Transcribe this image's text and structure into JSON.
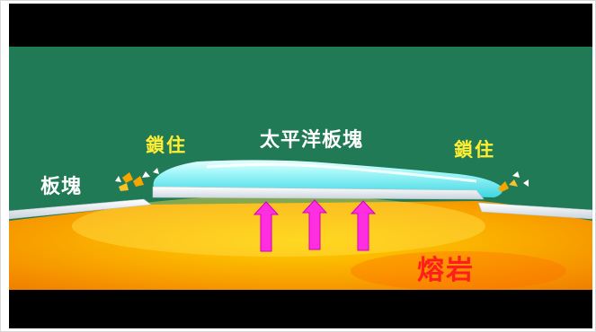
{
  "labels": {
    "pacific_plate": "太平洋板塊",
    "plate_left": "板塊",
    "locked_left": "鎖住",
    "locked_right": "鎖住",
    "magma": "熔岩"
  },
  "colors": {
    "background_board": "#1f7a55",
    "magma_orange": "#f7a400",
    "plate_ice": "#5fe3e8",
    "arrow_magenta": "#ff2ee0",
    "label_yellow": "#ffee33",
    "label_red": "#ff1e1e"
  },
  "arrows": {
    "count": 3,
    "direction": "up"
  }
}
